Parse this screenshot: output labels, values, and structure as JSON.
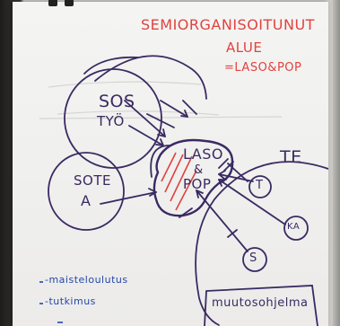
{
  "heading": {
    "line1": "SEMIORGANISOITUNUT",
    "line2": "ALUE",
    "line3": "=LASO&POP"
  },
  "circles": {
    "sos": "SOS",
    "tyo": "TYÖ",
    "sote": "SOTE",
    "a": "A",
    "core_line1": "LASO",
    "core_amp": "&",
    "core_line2": "POP",
    "te": "TE",
    "t": "T",
    "s": "S",
    "ka": "KA"
  },
  "notes": {
    "item1": "-maisteloulutus",
    "item2": "-tutkimus",
    "muutos": "muutosohjelma"
  },
  "colors": {
    "red_marker": "#e0423f",
    "purple_marker": "#3a2a62",
    "blue_marker": "#2547a8",
    "paper": "#f1f1ef"
  }
}
